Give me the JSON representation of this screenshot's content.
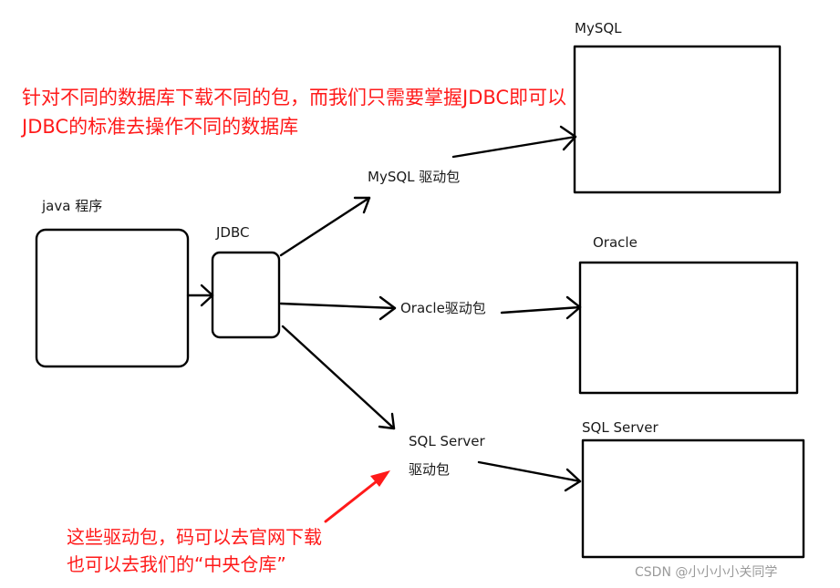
{
  "nodes": {
    "java_program": "java 程序",
    "jdbc": "JDBC",
    "mysql_driver": "MySQL 驱动包",
    "oracle_driver": "Oracle驱动包",
    "sqlserver_driver_line1": "SQL Server",
    "sqlserver_driver_line2": "驱动包",
    "mysql_db": "MySQL",
    "oracle_db": "Oracle",
    "sqlserver_db": "SQL Server"
  },
  "annotations": {
    "top_line1": "针对不同的数据库下载不同的包，而我们只需要掌握JDBC即可以",
    "top_line2": "JDBC的标准去操作不同的数据库",
    "bottom_line1": "这些驱动包，码可以去官网下载",
    "bottom_line2": "也可以去我们的“中央仓库”"
  },
  "watermark": "CSDN @小小小小关同学",
  "colors": {
    "annotation": "#ff1a1a",
    "stroke": "#000000"
  }
}
